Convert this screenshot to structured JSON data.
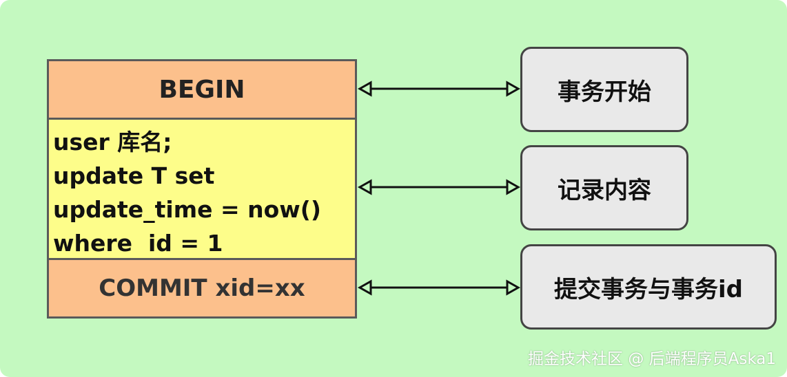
{
  "left_block": {
    "begin_label": "BEGIN",
    "body_lines": [
      "user 库名;",
      "update T set",
      "update_time = now()",
      "where  id = 1"
    ],
    "commit_label": "COMMIT xid=xx"
  },
  "right_labels": {
    "start": "事务开始",
    "content": "记录内容",
    "commit": "提交事务与事务id"
  },
  "watermark": "掘金技术社区 @ 后端程序员Aska1",
  "colors": {
    "background": "#c4f9c0",
    "begin_commit_fill": "#fcc08c",
    "body_fill": "#fdfd8a",
    "label_fill": "#e9e9e9"
  }
}
